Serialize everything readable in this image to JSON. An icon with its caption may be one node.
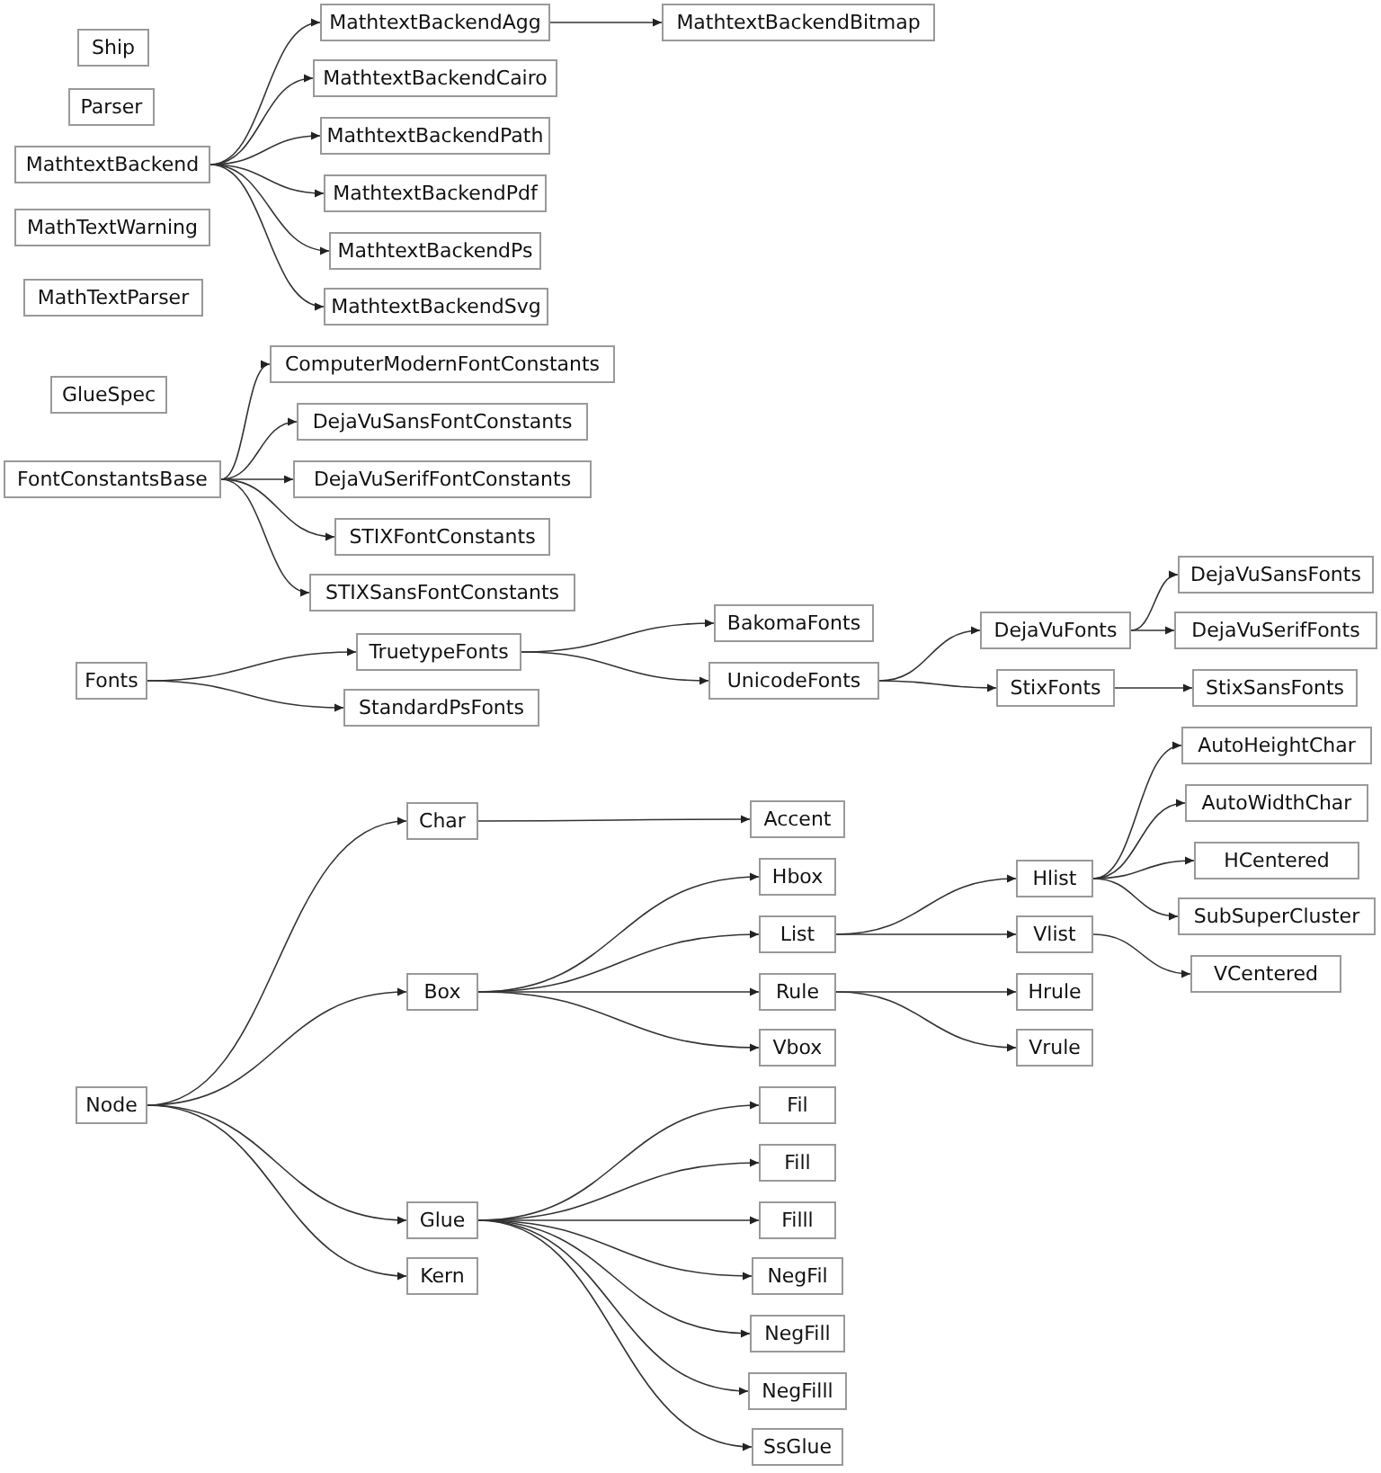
{
  "diagram": {
    "nodes": [
      {
        "text": [
          "Ship"
        ]
      },
      {
        "text": [
          "Parser"
        ]
      },
      {
        "text": [
          "MathtextBackend"
        ]
      },
      {
        "text": [
          "MathTextWarning"
        ]
      },
      {
        "text": [
          "MathTextParser"
        ]
      },
      {
        "text": [
          "GlueSpec"
        ]
      },
      {
        "text": [
          "FontConstantsBase"
        ]
      },
      {
        "text": [
          "Fonts"
        ]
      },
      {
        "text": [
          "Node"
        ]
      },
      {
        "text": [
          "MathtextBackendAgg"
        ]
      },
      {
        "text": [
          "MathtextBackendBitmap"
        ]
      },
      {
        "text": [
          "MathtextBackendCairo"
        ]
      },
      {
        "text": [
          "MathtextBackendPath"
        ]
      },
      {
        "text": [
          "MathtextBackendPdf"
        ]
      },
      {
        "text": [
          "MathtextBackendPs"
        ]
      },
      {
        "text": [
          "MathtextBackendSvg"
        ]
      },
      {
        "text": [
          "ComputerModernFontConstants"
        ]
      },
      {
        "text": [
          "DejaVuSansFontConstants"
        ]
      },
      {
        "text": [
          "DejaVuSerifFontConstants"
        ]
      },
      {
        "text": [
          "STIXFontConstants"
        ]
      },
      {
        "text": [
          "STIXSansFontConstants"
        ]
      },
      {
        "text": [
          "TruetypeFonts"
        ]
      },
      {
        "text": [
          "StandardPsFonts"
        ]
      },
      {
        "text": [
          "BakomaFonts"
        ]
      },
      {
        "text": [
          "UnicodeFonts"
        ]
      },
      {
        "text": [
          "DejaVuFonts"
        ]
      },
      {
        "text": [
          "StixFonts"
        ]
      },
      {
        "text": [
          "DejaVuSansFonts"
        ]
      },
      {
        "text": [
          "DejaVuSerifFonts"
        ]
      },
      {
        "text": [
          "StixSansFonts"
        ]
      },
      {
        "text": [
          "Char"
        ]
      },
      {
        "text": [
          "Box"
        ]
      },
      {
        "text": [
          "Glue"
        ]
      },
      {
        "text": [
          "Kern"
        ]
      },
      {
        "text": [
          "Accent"
        ]
      },
      {
        "text": [
          "Hbox"
        ]
      },
      {
        "text": [
          "List"
        ]
      },
      {
        "text": [
          "Rule"
        ]
      },
      {
        "text": [
          "Vbox"
        ]
      },
      {
        "text": [
          "Fil"
        ]
      },
      {
        "text": [
          "Fill"
        ]
      },
      {
        "text": [
          "Filll"
        ]
      },
      {
        "text": [
          "NegFil"
        ]
      },
      {
        "text": [
          "NegFill"
        ]
      },
      {
        "text": [
          "NegFilll"
        ]
      },
      {
        "text": [
          "SsGlue"
        ]
      },
      {
        "text": [
          "Hlist"
        ]
      },
      {
        "text": [
          "Vlist"
        ]
      },
      {
        "text": [
          "Hrule"
        ]
      },
      {
        "text": [
          "Vrule"
        ]
      },
      {
        "text": [
          "AutoHeightChar"
        ]
      },
      {
        "text": [
          "AutoWidthChar"
        ]
      },
      {
        "text": [
          "HCentered"
        ]
      },
      {
        "text": [
          "SubSuperCluster"
        ]
      },
      {
        "text": [
          "VCentered"
        ]
      }
    ],
    "edges": [
      {
        "from": 2,
        "to": 9,
        "arrow": "to"
      },
      {
        "from": 2,
        "to": 11,
        "arrow": "to"
      },
      {
        "from": 2,
        "to": 12,
        "arrow": "to"
      },
      {
        "from": 2,
        "to": 13,
        "arrow": "to"
      },
      {
        "from": 2,
        "to": 14,
        "arrow": "to"
      },
      {
        "from": 2,
        "to": 15,
        "arrow": "to"
      },
      {
        "from": 9,
        "to": 10,
        "arrow": "to"
      },
      {
        "from": 6,
        "to": 16,
        "arrow": "to"
      },
      {
        "from": 6,
        "to": 17,
        "arrow": "to"
      },
      {
        "from": 6,
        "to": 18,
        "arrow": "to"
      },
      {
        "from": 6,
        "to": 19,
        "arrow": "to"
      },
      {
        "from": 6,
        "to": 20,
        "arrow": "to"
      },
      {
        "from": 7,
        "to": 21,
        "arrow": "to"
      },
      {
        "from": 7,
        "to": 22,
        "arrow": "to"
      },
      {
        "from": 21,
        "to": 23,
        "arrow": "to"
      },
      {
        "from": 21,
        "to": 24,
        "arrow": "to"
      },
      {
        "from": 24,
        "to": 25,
        "arrow": "to"
      },
      {
        "from": 24,
        "to": 26,
        "arrow": "to"
      },
      {
        "from": 25,
        "to": 27,
        "arrow": "to"
      },
      {
        "from": 25,
        "to": 28,
        "arrow": "to"
      },
      {
        "from": 26,
        "to": 29,
        "arrow": "to"
      },
      {
        "from": 8,
        "to": 30,
        "arrow": "to"
      },
      {
        "from": 8,
        "to": 31,
        "arrow": "to"
      },
      {
        "from": 8,
        "to": 32,
        "arrow": "to"
      },
      {
        "from": 8,
        "to": 33,
        "arrow": "to"
      },
      {
        "from": 30,
        "to": 34,
        "arrow": "to"
      },
      {
        "from": 31,
        "to": 35,
        "arrow": "to"
      },
      {
        "from": 31,
        "to": 36,
        "arrow": "to"
      },
      {
        "from": 31,
        "to": 37,
        "arrow": "to"
      },
      {
        "from": 31,
        "to": 38,
        "arrow": "to"
      },
      {
        "from": 32,
        "to": 39,
        "arrow": "to"
      },
      {
        "from": 32,
        "to": 40,
        "arrow": "to"
      },
      {
        "from": 32,
        "to": 41,
        "arrow": "to"
      },
      {
        "from": 32,
        "to": 42,
        "arrow": "to"
      },
      {
        "from": 32,
        "to": 43,
        "arrow": "to"
      },
      {
        "from": 32,
        "to": 44,
        "arrow": "to"
      },
      {
        "from": 32,
        "to": 45,
        "arrow": "to"
      },
      {
        "from": 36,
        "to": 46,
        "arrow": "to"
      },
      {
        "from": 36,
        "to": 47,
        "arrow": "to"
      },
      {
        "from": 37,
        "to": 48,
        "arrow": "to"
      },
      {
        "from": 37,
        "to": 49,
        "arrow": "to"
      },
      {
        "from": 46,
        "to": 50,
        "arrow": "to"
      },
      {
        "from": 46,
        "to": 51,
        "arrow": "to"
      },
      {
        "from": 46,
        "to": 52,
        "arrow": "to"
      },
      {
        "from": 46,
        "to": 53,
        "arrow": "to"
      },
      {
        "from": 47,
        "to": 54,
        "arrow": "to"
      }
    ]
  }
}
